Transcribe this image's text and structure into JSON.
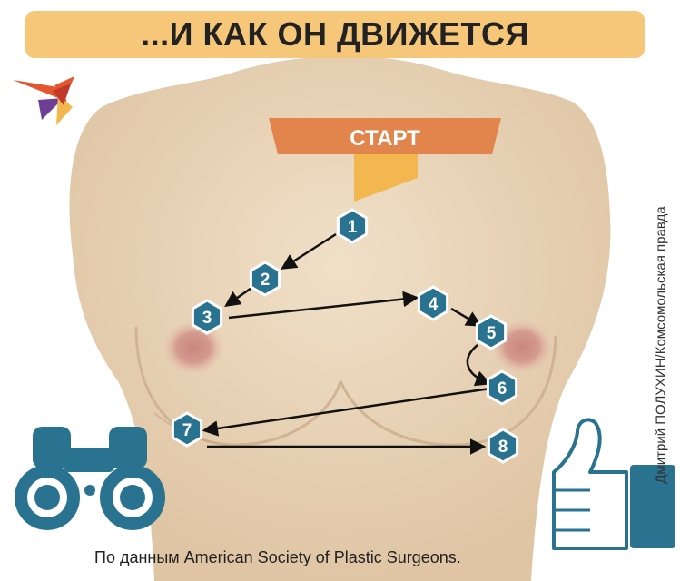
{
  "title": "...И КАК ОН ДВИЖЕТСЯ",
  "start_label": "СТАРТ",
  "steps": [
    "1",
    "2",
    "3",
    "4",
    "5",
    "6",
    "7",
    "8"
  ],
  "credit": "Дмитрий ПОЛУХИН/Комсомольская правда",
  "source": "По данным American Society of Plastic Surgeons.",
  "logo_icon": "bird-logo-icon",
  "left_icon": "binoculars-icon",
  "right_icon": "thumbs-up-icon",
  "colors": {
    "title_bg": "#f6c679",
    "start_orange": "#e2854d",
    "start_ribbon": "#f2b84f",
    "step_hex": "#2a7390",
    "icon_teal": "#2a7390",
    "skin": "#ecd8bd"
  }
}
